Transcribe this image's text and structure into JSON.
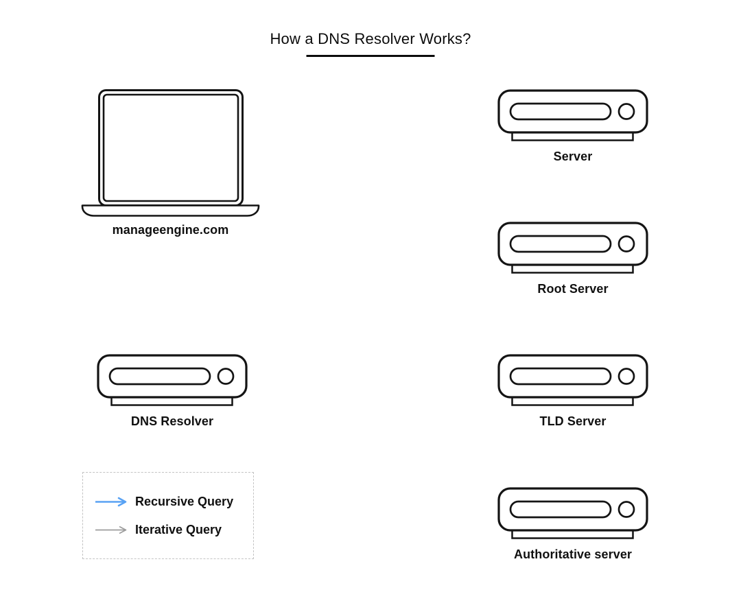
{
  "title": {
    "text": "How a DNS Resolver Works?"
  },
  "client": {
    "label": "manageengine.com"
  },
  "resolver": {
    "label": "DNS Resolver"
  },
  "servers": [
    {
      "label": "Server"
    },
    {
      "label": "Root Server"
    },
    {
      "label": "TLD Server"
    },
    {
      "label": "Authoritative server"
    }
  ],
  "legend": {
    "items": [
      {
        "label": "Recursive Query",
        "color": "#58a2f4"
      },
      {
        "label": "Iterative Query",
        "color": "#9c9c9c"
      }
    ]
  },
  "colors": {
    "line": "#141414",
    "legend_border": "#c3c3c3"
  }
}
